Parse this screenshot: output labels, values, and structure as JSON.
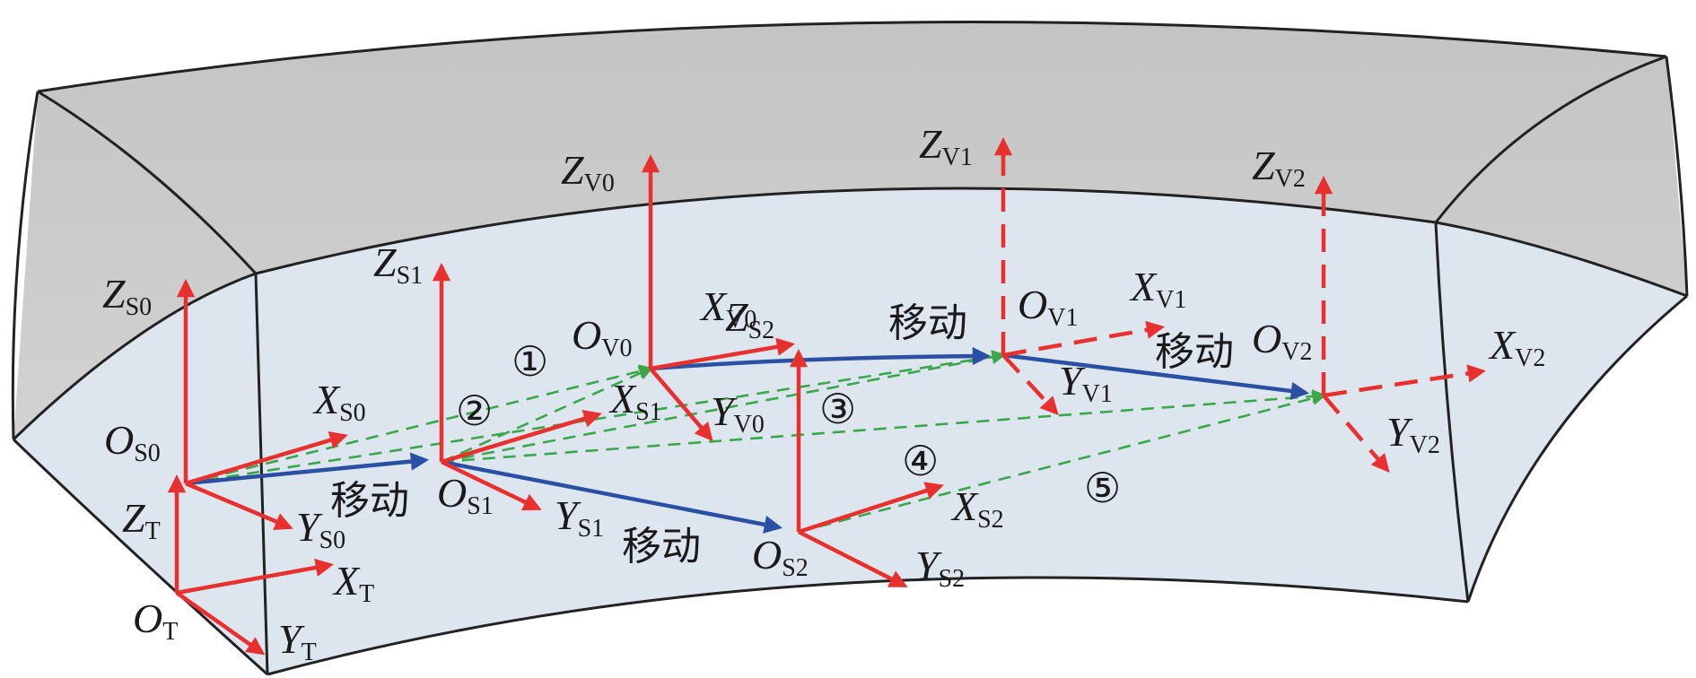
{
  "move_label": "移动",
  "frames": {
    "T": {
      "origin": "O",
      "sub": "T",
      "x": "X",
      "y": "Y",
      "z": "Z"
    },
    "S0": {
      "origin": "O",
      "sub": "S0",
      "x": "X",
      "y": "Y",
      "z": "Z"
    },
    "S1": {
      "origin": "O",
      "sub": "S1",
      "x": "X",
      "y": "Y",
      "z": "Z"
    },
    "S2": {
      "origin": "O",
      "sub": "S2",
      "x": "X",
      "y": "Y",
      "z": "Z"
    },
    "V0": {
      "origin": "O",
      "sub": "V0",
      "x": "X",
      "y": "Y",
      "z": "Z"
    },
    "V1": {
      "origin": "O",
      "sub": "V1",
      "x": "X",
      "y": "Y",
      "z": "Z"
    },
    "V2": {
      "origin": "O",
      "sub": "V2",
      "x": "X",
      "y": "Y",
      "z": "Z"
    }
  },
  "markers": [
    "①",
    "②",
    "③",
    "④",
    "⑤"
  ],
  "colors": {
    "axis": "#e8302f",
    "move_path": "#2b4fa3",
    "sight_line": "#3aa84a",
    "floor": "#dde5ef",
    "wall": "#c6c6c6",
    "edge": "#222222"
  }
}
